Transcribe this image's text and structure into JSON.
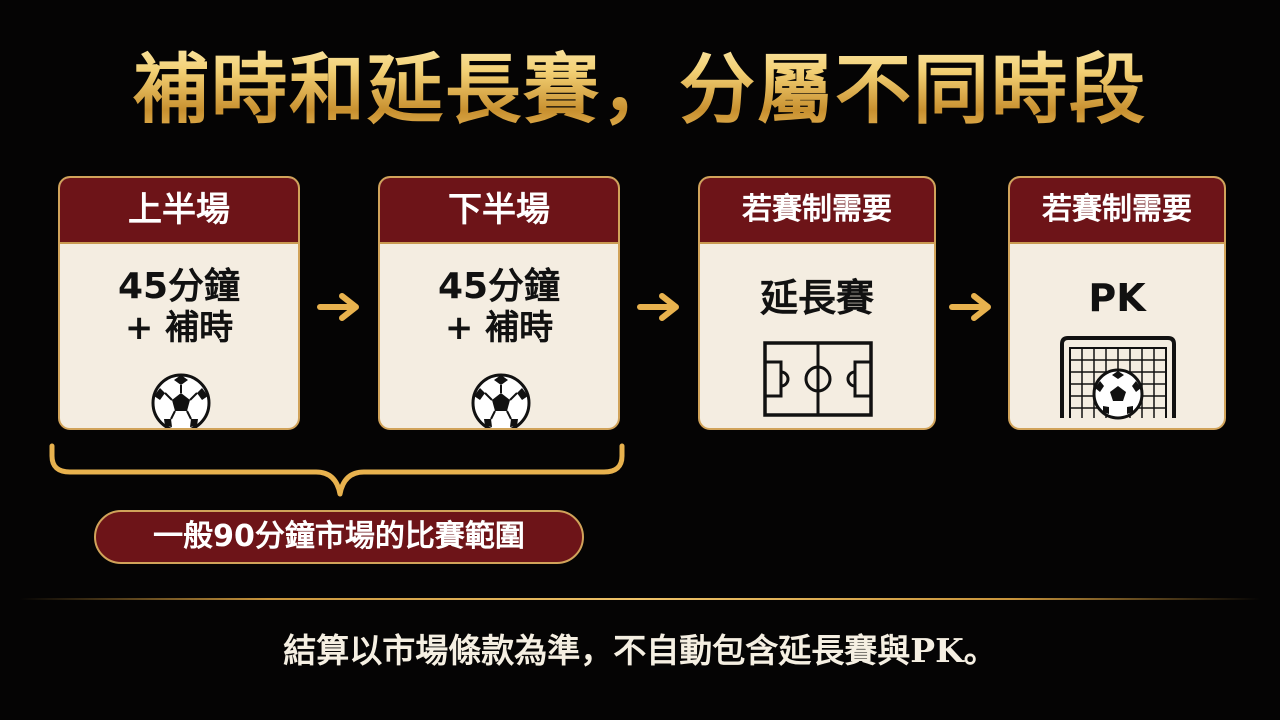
{
  "title": "補時和延長賽，分屬不同時段",
  "cards": [
    {
      "header": "上半場",
      "line1": "45分鐘",
      "line2": "+ 補時",
      "icon": "soccer-ball-icon"
    },
    {
      "header": "下半場",
      "line1": "45分鐘",
      "line2": "+ 補時",
      "icon": "soccer-ball-icon"
    },
    {
      "header": "若賽制需要",
      "text": "延長賽",
      "icon": "soccer-field-icon"
    },
    {
      "header": "若賽制需要",
      "text": "PK",
      "icon": "goal-net-icon"
    }
  ],
  "bracket_label": "一般90分鐘市場的比賽範圍",
  "footer": "結算以市場條款為準，不自動包含延長賽與PK。",
  "colors": {
    "accent_gold": "#e8b95a",
    "header_red": "#6d1418",
    "card_bg": "#f4ede1",
    "background": "#050404"
  }
}
